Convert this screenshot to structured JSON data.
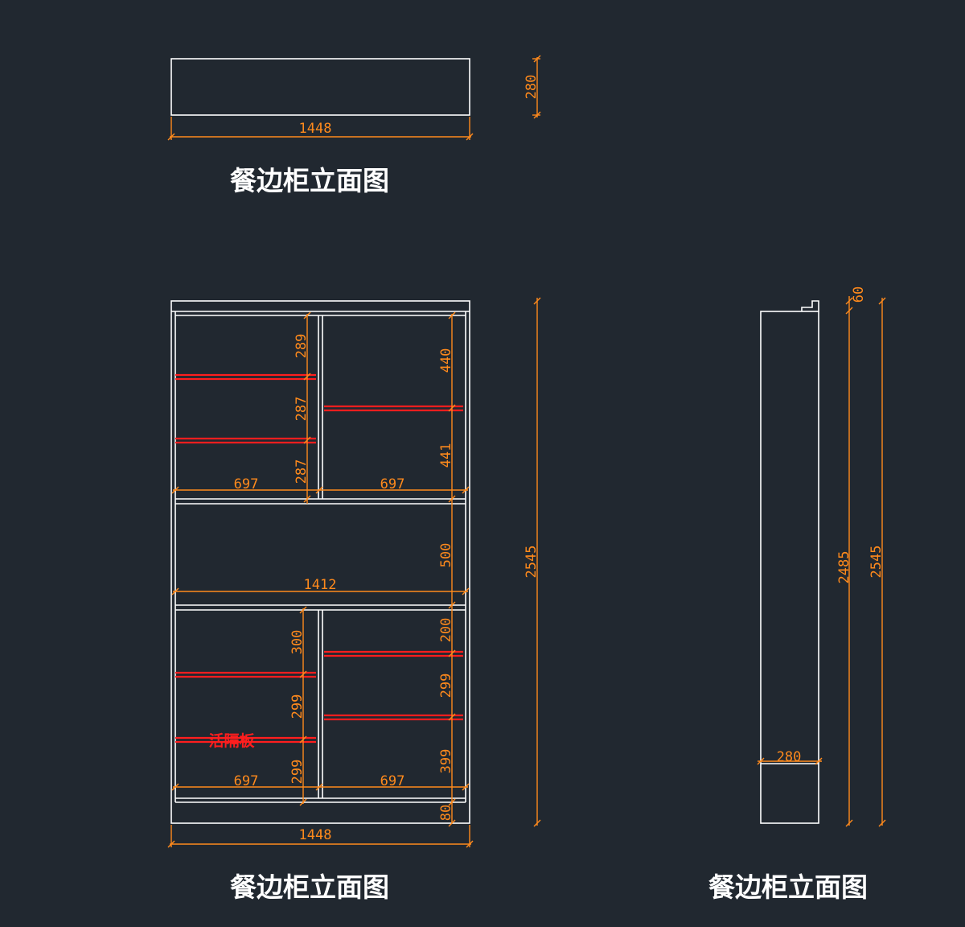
{
  "titles": {
    "top_view": "餐边柜立面图",
    "front_view": "餐边柜立面图",
    "side_view": "餐边柜立面图"
  },
  "top_view": {
    "width_dim": "1448",
    "depth_dim": "280"
  },
  "front_view": {
    "upper_left_gaps": [
      "289",
      "287",
      "287"
    ],
    "upper_right_gaps": [
      "440",
      "441"
    ],
    "upper_left_width": "697",
    "upper_right_width": "697",
    "middle_gap": "500",
    "middle_width": "1412",
    "lower_left_gaps": [
      "300",
      "299",
      "299"
    ],
    "lower_right_gaps": [
      "200",
      "299",
      "399"
    ],
    "lower_left_width": "697",
    "lower_right_width": "697",
    "plinth": "80",
    "overall_width": "1448",
    "overall_height": "2545",
    "shelf_note": "活隔板"
  },
  "side_view": {
    "top_offset": "60",
    "body_height": "2485",
    "overall_height": "2545",
    "depth": "280"
  },
  "colors": {
    "background": "#212830",
    "outline": "#ffffff",
    "dimension": "#ff8a1c",
    "shelf": "#ff1e1e"
  }
}
